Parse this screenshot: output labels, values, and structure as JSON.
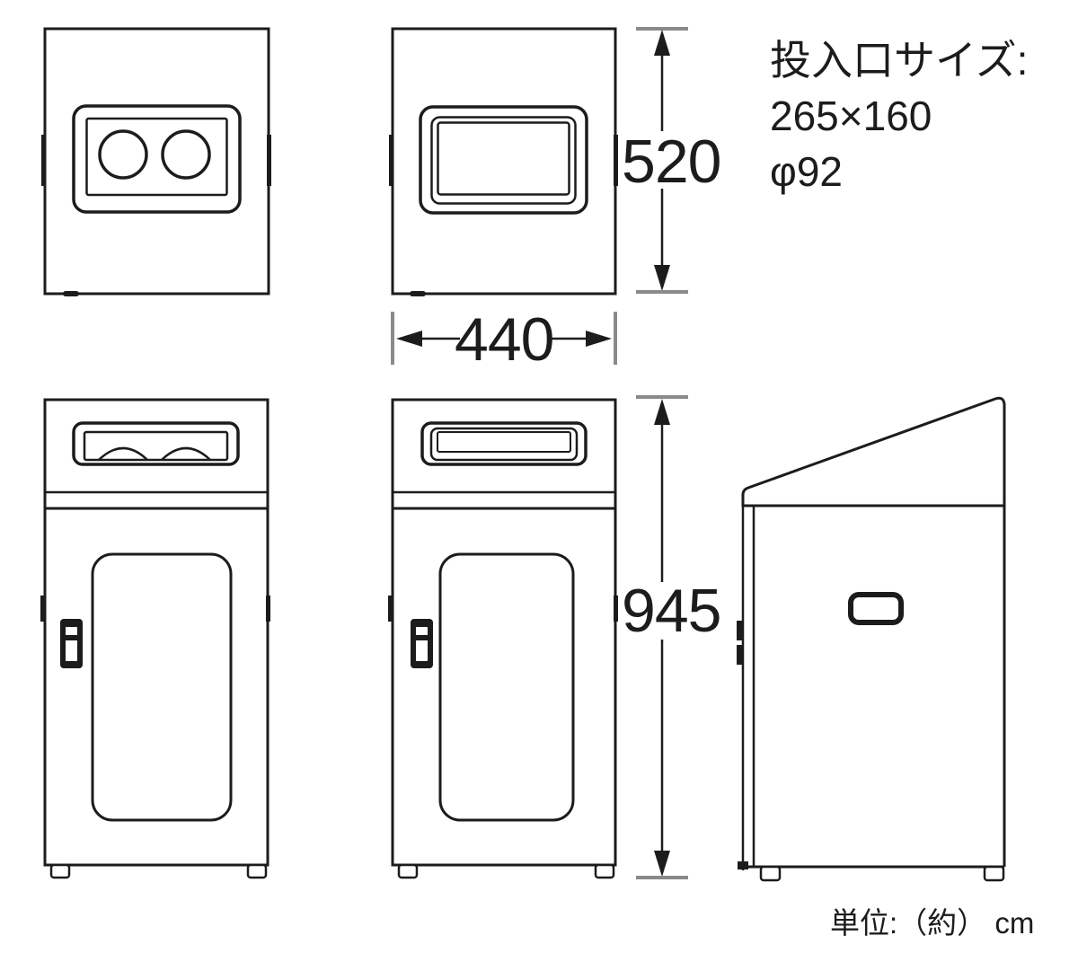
{
  "annotation": {
    "line1": "投入口サイズ:",
    "line2": "265×160",
    "line3": "φ92"
  },
  "dimensions": {
    "top_height": "520",
    "width": "440",
    "total_height": "945"
  },
  "unit_note": "単位:（約） cm",
  "colors": {
    "line": "#1c1c1c",
    "tick": "#8a8a8a",
    "background": "#ffffff",
    "text": "#1c1c1c"
  }
}
